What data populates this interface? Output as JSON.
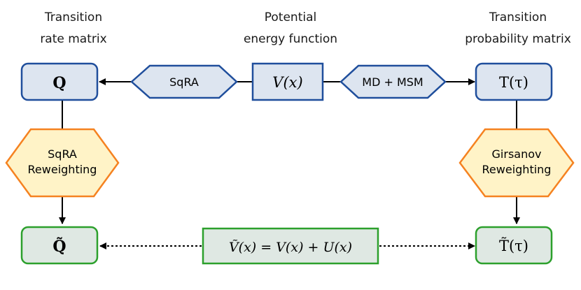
{
  "headers": {
    "left": [
      "Transition",
      "rate matrix"
    ],
    "center": [
      "Potential",
      "energy function"
    ],
    "right": [
      "Transition",
      "probability matrix"
    ]
  },
  "nodes": {
    "q": "Q",
    "v": "V(x)",
    "t": "T(τ)",
    "q_tilde": "Q̃",
    "v_tilde": "Ṽ(x) = V(x) + U(x)",
    "t_tilde": "T̃(τ)"
  },
  "methods": {
    "sqra": "SqRA",
    "md_msm": "MD + MSM",
    "sqra_reweighting": [
      "SqRA",
      "Reweighting"
    ],
    "girsanov_reweighting": [
      "Girsanov",
      "Reweighting"
    ]
  },
  "colors": {
    "blue_stroke": "#1f4e9c",
    "blue_fill": "#dde5f0",
    "green_stroke": "#2ca02c",
    "green_fill": "#dfe8e3",
    "orange_stroke": "#f58220",
    "orange_fill": "#fff3c7"
  }
}
